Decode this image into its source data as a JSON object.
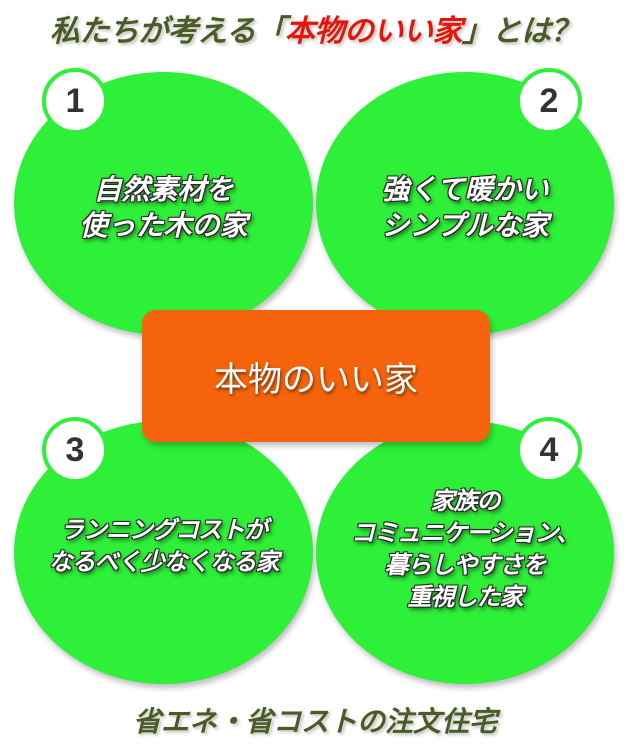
{
  "title": {
    "prefix": "私たちが考える「",
    "highlight": "本物のいい家",
    "suffix": "」とは？"
  },
  "center": {
    "label": "本物のいい家"
  },
  "items": [
    {
      "number": "1",
      "lines": [
        "自然素材を",
        "使った木の家"
      ]
    },
    {
      "number": "2",
      "lines": [
        "強くて暖かい",
        "シンプルな家"
      ]
    },
    {
      "number": "3",
      "lines": [
        "ランニングコストが",
        "なるべく少なくなる家"
      ]
    },
    {
      "number": "4",
      "lines": [
        "家族の",
        "コミュニケーション、",
        "暮らしやすさを",
        "重視した家"
      ]
    }
  ],
  "footer": {
    "text": "省エネ・省コストの注文住宅"
  },
  "colors": {
    "circle_green": "#2ef038",
    "center_orange": "#f5640c",
    "title_olive": "#4a5a28",
    "highlight_red": "#e8140c"
  }
}
